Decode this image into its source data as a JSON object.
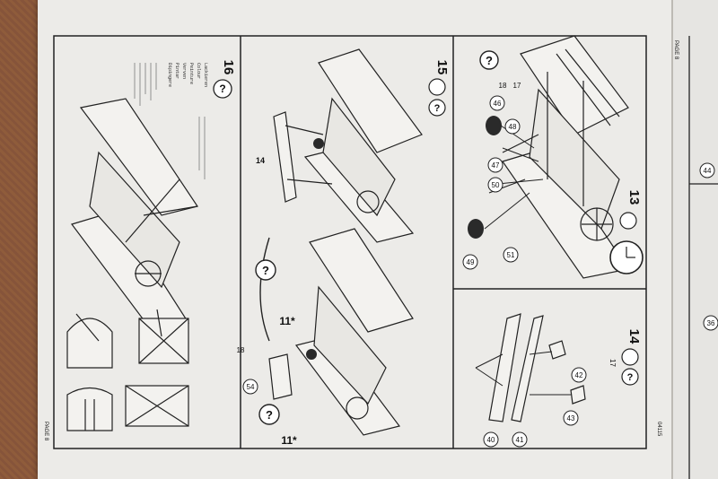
{
  "page": {
    "header_label": "PAGE 8",
    "footer_left": "PAGE 8",
    "footer_right": "04115"
  },
  "steps": [
    {
      "number": "13",
      "symbol": "?"
    },
    {
      "number": "14",
      "symbol": "?",
      "arrow_label": "17"
    },
    {
      "number": "15",
      "symbol": "?"
    },
    {
      "number": "16",
      "symbol": "?"
    }
  ],
  "part_numbers": {
    "step13": [
      "17",
      "18",
      "46",
      "47",
      "48",
      "49",
      "50",
      "51"
    ],
    "step14": [
      "40",
      "41",
      "42",
      "43"
    ],
    "step15": [
      "14",
      "11*",
      "11*",
      "18",
      "54"
    ],
    "right_sheet": [
      "44",
      "36"
    ]
  },
  "callout": {
    "symbol": "?"
  },
  "text_column_16": [
    "Lackieren",
    "Colour",
    "Peinture",
    "Verven",
    "Pintar",
    "Dipingere"
  ]
}
